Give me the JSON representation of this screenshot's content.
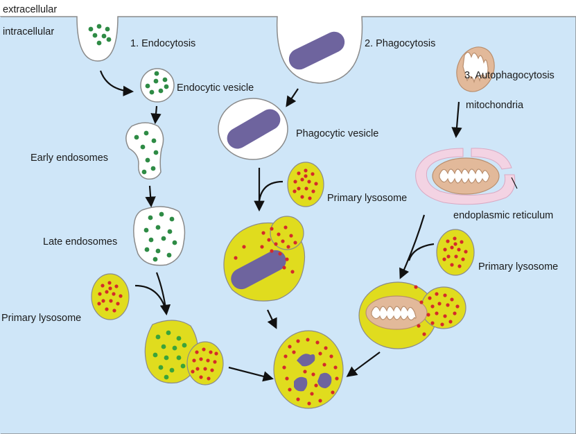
{
  "labels": {
    "extracellular": "extracellular",
    "intracellular": "intracellular",
    "endocytosis": "1. Endocytosis",
    "endocytic_vesicle": "Endocytic vesicle",
    "early_endosomes": "Early endosomes",
    "late_endosomes": "Late endosomes",
    "primary_lysosome": "Primary lysosome",
    "phagocytosis": "2. Phagocytosis",
    "phagocytic_vesicle": "Phagocytic vesicle",
    "autophagocytosis": "3. Autophagocytosis",
    "mitochondria": "mitochondria",
    "endoplasmic_reticulum": "endoplasmic reticulum"
  },
  "colors": {
    "cytoplasm": "#cfe6f8",
    "membrane_fill": "#ffffff",
    "green_granule": "#2e8b45",
    "lysosome_fill": "#e0dc1e",
    "red_granule": "#d42a2a",
    "phagocytosed_body": "#6e649e",
    "mitochondrion": "#e2b99a",
    "er": "#f3d3e3",
    "arrow": "#111111"
  }
}
